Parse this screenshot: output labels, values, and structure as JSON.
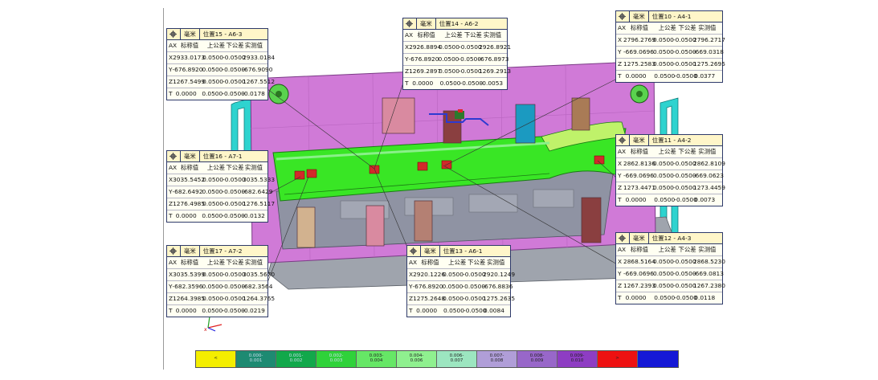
{
  "colors": {
    "fixture_plate": "#d07ad7",
    "part_body": "#39e625",
    "base_gray": "#9fa4ad",
    "rail_cyan": "#2ed3cf"
  },
  "icons": {
    "box_header": "gear-icon",
    "axis_triad": "xyz-axis-icon"
  },
  "boxes": [
    {
      "unit": "毫米",
      "title": "位置15 - A6-3",
      "header": [
        "AX",
        "标称值",
        "上公差",
        "下公差",
        "实测值"
      ],
      "rows": [
        [
          "X",
          "2933.0173",
          "0.0500",
          "-0.0500",
          "2933.0184"
        ],
        [
          "Y",
          "-676.8920",
          "0.0500",
          "-0.0500",
          "-676.9090"
        ],
        [
          "Z",
          "1267.5499",
          "0.0500",
          "-0.0500",
          "1267.5512"
        ],
        [
          "T",
          "0.0000",
          "0.0500",
          "-0.0500",
          "-0.0178"
        ]
      ]
    },
    {
      "unit": "毫米",
      "title": "位置14 - A6-2",
      "header": [
        "AX",
        "标称值",
        "上公差",
        "下公差",
        "实测值"
      ],
      "rows": [
        [
          "X",
          "2926.8894",
          "0.0500",
          "-0.0500",
          "2926.8921"
        ],
        [
          "Y",
          "-676.8920",
          "0.0500",
          "-0.0500",
          "-676.8973"
        ],
        [
          "Z",
          "1269.2897",
          "0.0500",
          "-0.0500",
          "1269.2913"
        ],
        [
          "T",
          "0.0000",
          "0.0500",
          "-0.0500",
          "-0.0053"
        ]
      ]
    },
    {
      "unit": "毫米",
      "title": "位置10 - A4-1",
      "header": [
        "AX",
        "标称值",
        "上公差",
        "下公差",
        "实测值"
      ],
      "rows": [
        [
          "X",
          "2796.2769",
          "0.0500",
          "-0.0500",
          "2796.2717"
        ],
        [
          "Y",
          "-669.0696",
          "0.0500",
          "-0.0500",
          "-669.0318"
        ],
        [
          "Z",
          "1275.2583",
          "0.0500",
          "-0.0500",
          "1275.2695"
        ],
        [
          "T",
          "0.0000",
          "0.0500",
          "-0.0500",
          "0.0377"
        ]
      ]
    },
    {
      "unit": "毫米",
      "title": "位置16 - A7-1",
      "header": [
        "AX",
        "标称值",
        "上公差",
        "下公差",
        "实测值"
      ],
      "rows": [
        [
          "X",
          "3035.5452",
          "0.0500",
          "-0.0500",
          "3035.5333"
        ],
        [
          "Y",
          "-682.6492",
          "0.0500",
          "-0.0500",
          "-682.6429"
        ],
        [
          "Z",
          "1276.4985",
          "0.0500",
          "-0.0500",
          "1276.5117"
        ],
        [
          "T",
          "0.0000",
          "0.0500",
          "-0.0500",
          "-0.0132"
        ]
      ]
    },
    {
      "unit": "毫米",
      "title": "位置11 - A4-2",
      "header": [
        "AX",
        "标称值",
        "上公差",
        "下公差",
        "实测值"
      ],
      "rows": [
        [
          "X",
          "2862.8136",
          "0.0500",
          "-0.0500",
          "2862.8109"
        ],
        [
          "Y",
          "-669.0696",
          "0.0500",
          "-0.0500",
          "-669.0623"
        ],
        [
          "Z",
          "1273.4471",
          "0.0500",
          "-0.0500",
          "1273.4459"
        ],
        [
          "T",
          "0.0000",
          "0.0500",
          "-0.0500",
          "0.0073"
        ]
      ]
    },
    {
      "unit": "毫米",
      "title": "位置12 - A4-3",
      "header": [
        "AX",
        "标称值",
        "上公差",
        "下公差",
        "实测值"
      ],
      "rows": [
        [
          "X",
          "2868.5164",
          "0.0500",
          "-0.0500",
          "2868.5230"
        ],
        [
          "Y",
          "-669.0696",
          "0.0500",
          "-0.0500",
          "-669.0813"
        ],
        [
          "Z",
          "1267.2393",
          "0.0500",
          "-0.0500",
          "1267.2380"
        ],
        [
          "T",
          "0.0000",
          "0.0500",
          "-0.0500",
          "0.0118"
        ]
      ]
    },
    {
      "unit": "毫米",
      "title": "位置17 - A7-2",
      "header": [
        "AX",
        "标称值",
        "上公差",
        "下公差",
        "实测值"
      ],
      "rows": [
        [
          "X",
          "3035.5399",
          "0.0500",
          "-0.0500",
          "3035.5670"
        ],
        [
          "Y",
          "-682.3596",
          "0.0500",
          "-0.0500",
          "-682.3564"
        ],
        [
          "Z",
          "1264.3985",
          "0.0500",
          "-0.0500",
          "1264.3765"
        ],
        [
          "T",
          "0.0000",
          "0.0500",
          "-0.0500",
          "-0.0219"
        ]
      ]
    },
    {
      "unit": "毫米",
      "title": "位置13 - A6-1",
      "header": [
        "AX",
        "标称值",
        "上公差",
        "下公差",
        "实测值"
      ],
      "rows": [
        [
          "X",
          "2920.1226",
          "0.0500",
          "-0.0500",
          "2920.1249"
        ],
        [
          "Y",
          "-676.8920",
          "0.0500",
          "-0.0500",
          "-676.8836"
        ],
        [
          "Z",
          "1275.2648",
          "0.0500",
          "-0.0500",
          "1275.2635"
        ],
        [
          "T",
          "0.0000",
          "0.0500",
          "-0.0500",
          "0.0084"
        ]
      ]
    }
  ],
  "legend": [
    {
      "label": "<",
      "color": "#f4ee00"
    },
    {
      "label": "0.000-\n0.001",
      "color": "#1e8a72"
    },
    {
      "label": "0.001-\n0.002",
      "color": "#12a84b"
    },
    {
      "label": "0.002-\n0.003",
      "color": "#2fd23a"
    },
    {
      "label": "0.003-\n0.004",
      "color": "#66e766"
    },
    {
      "label": "0.004-\n0.006",
      "color": "#8ff08f"
    },
    {
      "label": "0.006-\n0.007",
      "color": "#9ce6c0"
    },
    {
      "label": "0.007-\n0.008",
      "color": "#b09ed8"
    },
    {
      "label": "0.008-\n0.009",
      "color": "#9867c9"
    },
    {
      "label": "0.009-\n0.010",
      "color": "#8e3dc3"
    },
    {
      "label": ">",
      "color": "#ee1111"
    },
    {
      "label": "",
      "color": "#1518d6"
    }
  ]
}
